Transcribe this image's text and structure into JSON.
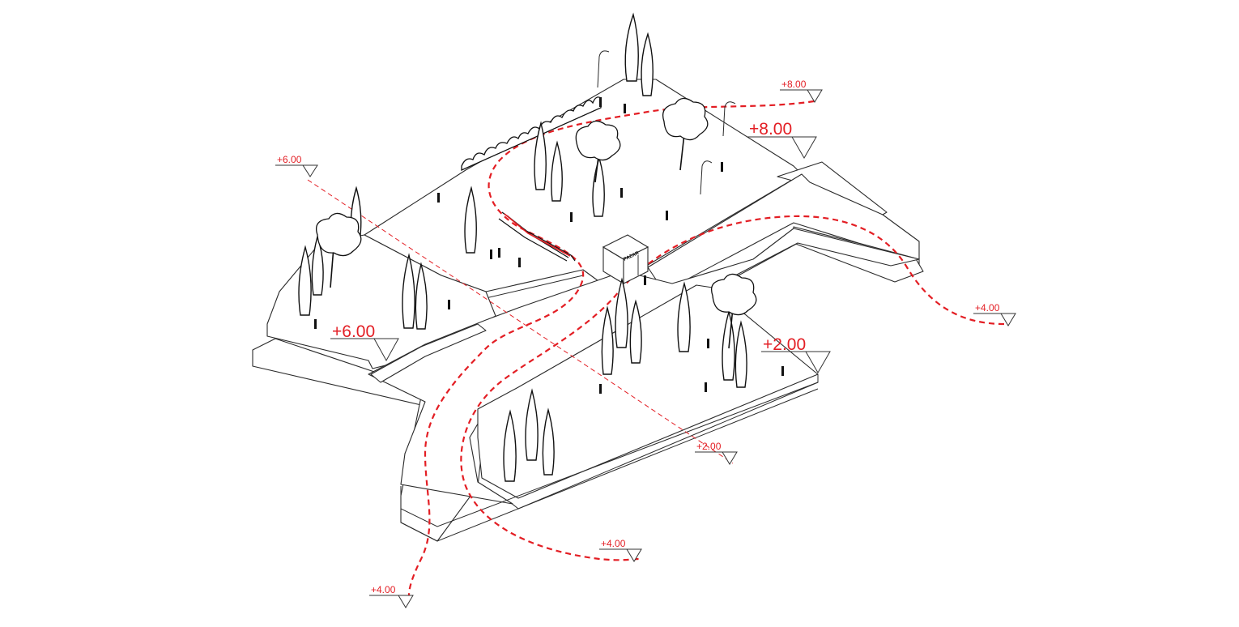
{
  "levels": {
    "big": [
      {
        "id": "plus-6",
        "text": "+6.00"
      },
      {
        "id": "plus-8",
        "text": "+8.00"
      },
      {
        "id": "plus-2",
        "text": "+2.00"
      }
    ],
    "small": [
      {
        "id": "top-right-8",
        "text": "+8.00"
      },
      {
        "id": "section-6",
        "text": "+6.00"
      },
      {
        "id": "right-4",
        "text": "+4.00"
      },
      {
        "id": "section-2",
        "text": "+2.00"
      },
      {
        "id": "bottom-4",
        "text": "+4.00"
      },
      {
        "id": "bottom-left-4",
        "text": "+4.00"
      }
    ]
  },
  "kiosk": {
    "label": "PAZAR"
  },
  "colors": {
    "route": "#e31e24",
    "linework": "#2a2a2a",
    "background": "#ffffff"
  }
}
